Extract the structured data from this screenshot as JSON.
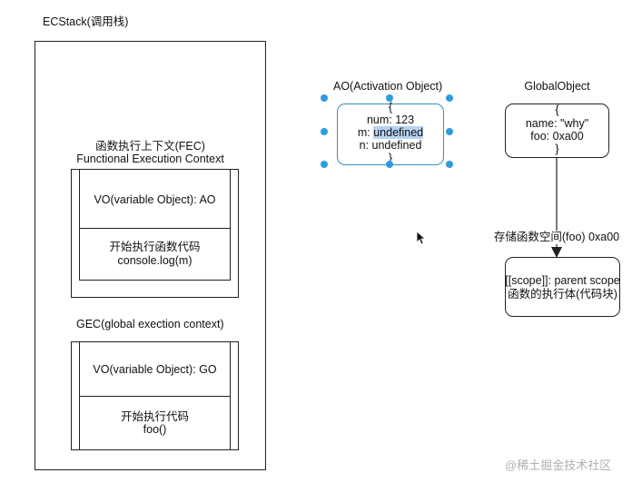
{
  "stack": {
    "title": "ECStack(调用栈)",
    "fec": {
      "title_line1": "函数执行上下文(FEC)",
      "title_line2": "Functional Execution Context",
      "vo": "VO(variable Object): AO",
      "code_line1": "开始执行函数代码",
      "code_line2": "console.log(m)"
    },
    "gec": {
      "title": "GEC(global exection context)",
      "vo": "VO(variable Object): GO",
      "code_line1": "开始执行代码",
      "code_line2": "foo()"
    }
  },
  "ao": {
    "title": "AO(Activation Object)",
    "open_brace": "{",
    "line1": "num: 123",
    "line2_key": "m: ",
    "line2_value": "undefined",
    "line3": "n: undefined",
    "close_brace": "}"
  },
  "go": {
    "title": "GlobalObject",
    "open_brace": "{",
    "line1": "name: \"why\"",
    "line2": "foo: 0xa00",
    "close_brace": "}"
  },
  "func": {
    "title": "存储函数空间(foo) 0xa00",
    "line1": "[[scope]]: parent scope",
    "line2": "函数的执行体(代码块)"
  },
  "watermark": "@稀土掘金技术社区",
  "colors": {
    "selection_handle": "#2e9be0",
    "text_highlight": "#b6d2f2"
  }
}
